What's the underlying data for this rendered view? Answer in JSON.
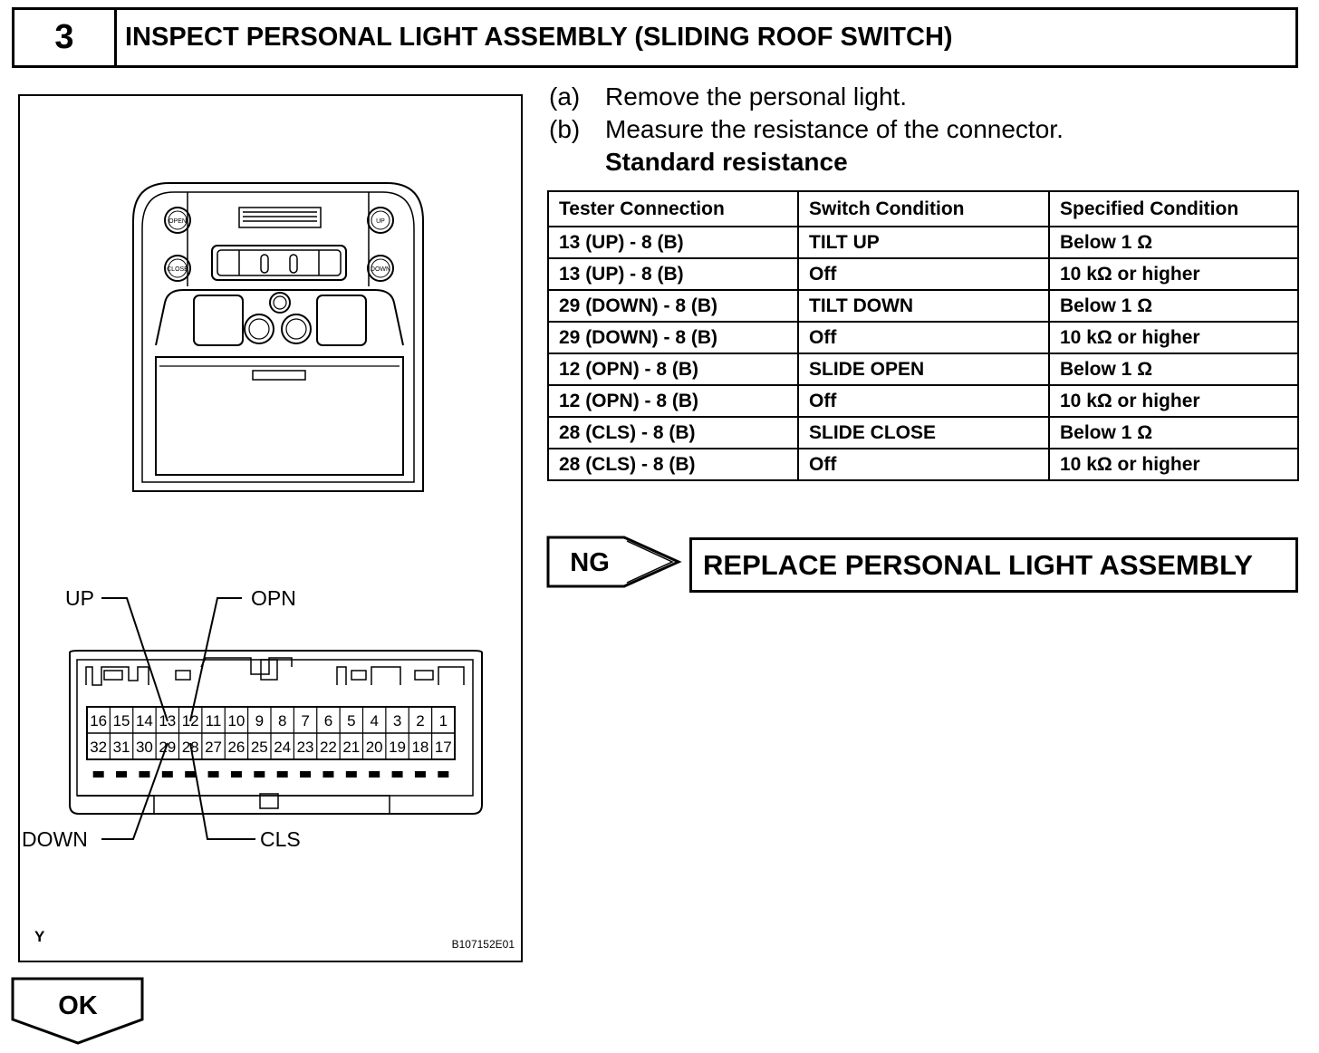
{
  "header": {
    "step_number": "3",
    "title": "INSPECT PERSONAL LIGHT ASSEMBLY (SLIDING ROOF SWITCH)"
  },
  "figure": {
    "switch_labels": {
      "open": "OPEN",
      "up": "UP",
      "close": "CLOSE",
      "down": "DOWN"
    },
    "connector_labels": {
      "up": "UP",
      "opn": "OPN",
      "down": "DOWN",
      "cls": "CLS"
    },
    "pins_top": [
      "16",
      "15",
      "14",
      "13",
      "12",
      "11",
      "10",
      "9",
      "8",
      "7",
      "6",
      "5",
      "4",
      "3",
      "2",
      "1"
    ],
    "pins_bottom": [
      "32",
      "31",
      "30",
      "29",
      "28",
      "27",
      "26",
      "25",
      "24",
      "23",
      "22",
      "21",
      "20",
      "19",
      "18",
      "17"
    ],
    "corner_mark": "Y",
    "figure_code": "B107152E01"
  },
  "steps": [
    {
      "label": "(a)",
      "text": "Remove the personal light."
    },
    {
      "label": "(b)",
      "text": "Measure the resistance of the connector."
    }
  ],
  "standard_title": "Standard resistance",
  "table": {
    "headers": [
      "Tester Connection",
      "Switch Condition",
      "Specified Condition"
    ],
    "rows": [
      [
        "13 (UP) - 8 (B)",
        "TILT UP",
        "Below 1 Ω"
      ],
      [
        "13 (UP) - 8 (B)",
        "Off",
        "10 kΩ or higher"
      ],
      [
        "29 (DOWN) - 8 (B)",
        "TILT DOWN",
        "Below 1 Ω"
      ],
      [
        "29 (DOWN) - 8 (B)",
        "Off",
        "10 kΩ or higher"
      ],
      [
        "12 (OPN) - 8 (B)",
        "SLIDE OPEN",
        "Below 1 Ω"
      ],
      [
        "12 (OPN) - 8 (B)",
        "Off",
        "10 kΩ or higher"
      ],
      [
        "28 (CLS) - 8 (B)",
        "SLIDE CLOSE",
        "Below 1 Ω"
      ],
      [
        "28 (CLS) - 8 (B)",
        "Off",
        "10 kΩ or higher"
      ]
    ]
  },
  "ng": {
    "label": "NG",
    "action": "REPLACE PERSONAL LIGHT ASSEMBLY"
  },
  "ok": {
    "label": "OK"
  }
}
